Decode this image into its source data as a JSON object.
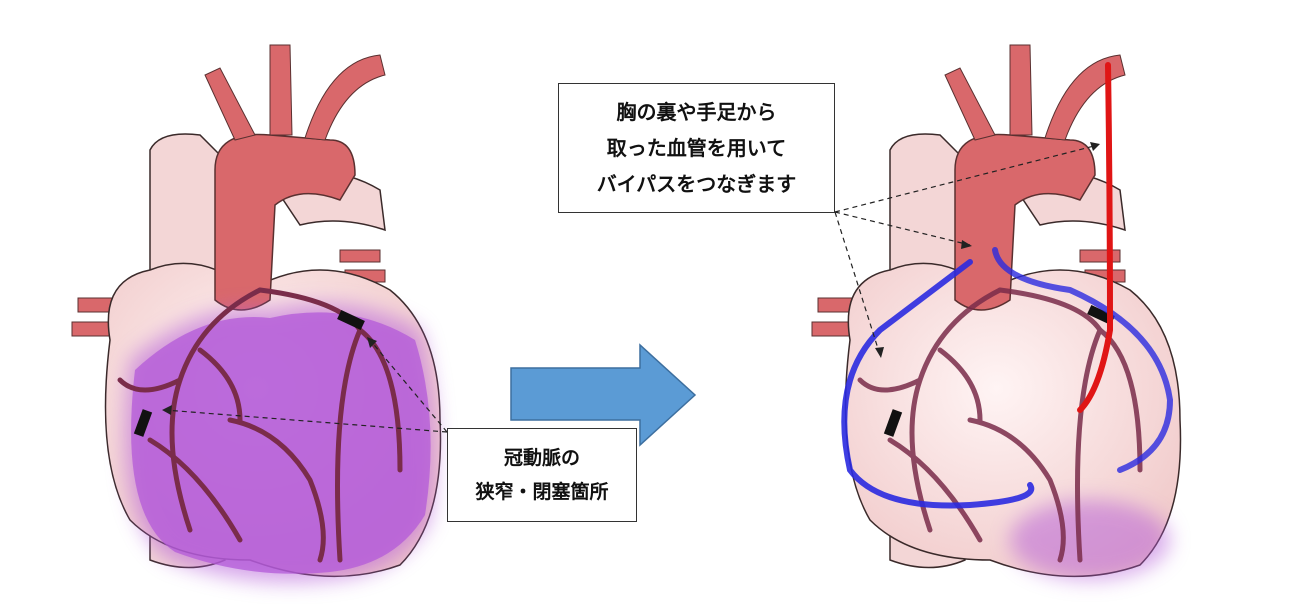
{
  "callouts": {
    "stenosis": {
      "lines": [
        "冠動脈の",
        "狭窄・閉塞箇所"
      ]
    },
    "bypass": {
      "lines": [
        "胸の裏や手足から",
        "取った血管を用いて",
        "バイパスをつなぎます"
      ]
    }
  },
  "colors": {
    "aorta": "#d9686b",
    "heart_body": "#f6d9d9",
    "ischemia": "#b35ad8",
    "arrow": "#5b9bd5",
    "graft_vein": "#2a2ae0",
    "graft_artery": "#e01515",
    "stenosis": "#111111"
  }
}
